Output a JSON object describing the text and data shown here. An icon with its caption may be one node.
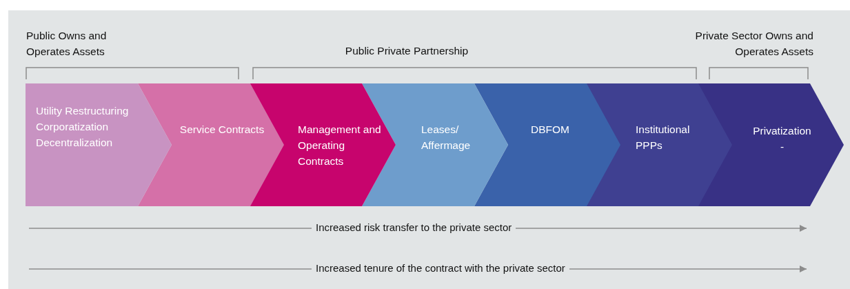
{
  "diagram": {
    "nodes": [
      {
        "text": [
          "Utility Restructuring Corporatization Decentralization"
        ]
      },
      {
        "text": [
          "Service Contracts"
        ]
      },
      {
        "text": [
          "Management and Operating Contracts"
        ]
      },
      {
        "text": [
          "Leases/ Affermage"
        ]
      },
      {
        "text": [
          "DBFOM"
        ]
      },
      {
        "text": [
          "Institutional PPPs"
        ]
      },
      {
        "text": [
          "Privatization",
          "-"
        ]
      }
    ],
    "labels": [
      "Public Owns and Operates Assets",
      "Public Private Partnership",
      "Private Sector Owns and Operates Assets",
      "Increased risk transfer to the private sector",
      "Increased tenure of the contract with the private sector"
    ]
  }
}
